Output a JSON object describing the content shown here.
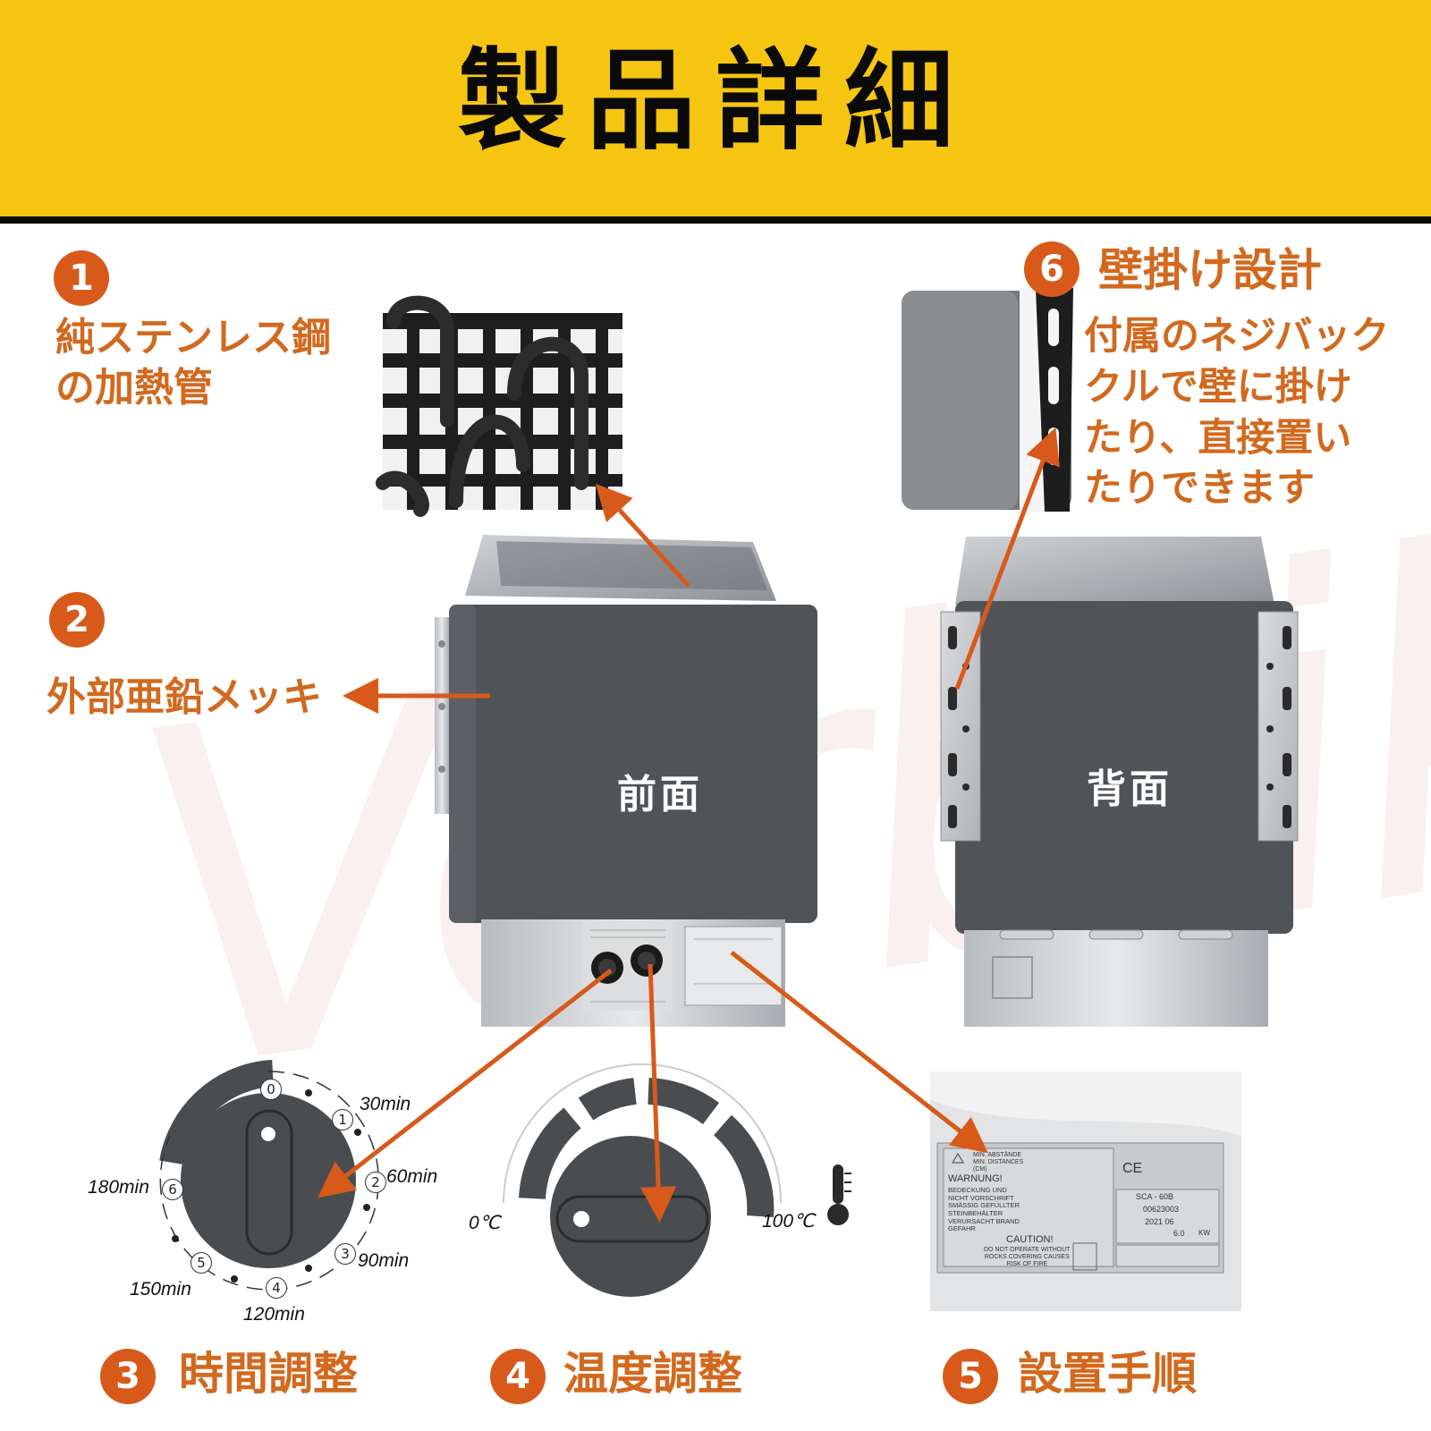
{
  "header": {
    "title": "製品詳細"
  },
  "watermark": "Vorbiik",
  "features": [
    {
      "number": "1",
      "label": "純ステンレス鋼\nの加熱管"
    },
    {
      "number": "2",
      "label": "外部亜鉛メッキ"
    },
    {
      "number": "3",
      "label": "時間調整"
    },
    {
      "number": "4",
      "label": "温度調整"
    },
    {
      "number": "5",
      "label": "設置手順"
    },
    {
      "number": "6",
      "label": "壁掛け設計"
    }
  ],
  "wall_mount_description": "付属のネジバック\nクルで壁に掛け\nたり、直接置い\nたりできます",
  "views": {
    "front": "前面",
    "back": "背面"
  },
  "timer_dial": {
    "marks": [
      "0",
      "1",
      "2",
      "3",
      "4",
      "5",
      "6"
    ],
    "labels": [
      "30min",
      "60min",
      "90min",
      "120min",
      "150min",
      "180min"
    ]
  },
  "temperature_dial": {
    "min": "0℃",
    "max": "100℃"
  },
  "nameplate": {
    "warning": "WARNUNG!",
    "caution": "CAUTION!",
    "caution_text": "DO NOT OPERATE WITHOUT\nROCKS COVERING CAUSES\nRISK OF FIRE",
    "distance": "MIN. ABSTÄNDE\nMIN. DISTANCES\n(CM)",
    "warning_text": "BEDECKUNG UND\nNICHT VORSCHRIFT\nSMÄSSIG GEFÜLLTER\nSTEINBEHÄLTER\nVERURSACHT BRAND\nGEFAHR",
    "model": "SCA - 60B",
    "serial": "00623003",
    "type": "2021 06",
    "power": "6.0",
    "unit": "KW",
    "ce": "CE"
  },
  "colors": {
    "accent": "#d85a1a",
    "label": "#d2691e",
    "header_bg": "#f5c512",
    "heater_body": "#505457"
  }
}
